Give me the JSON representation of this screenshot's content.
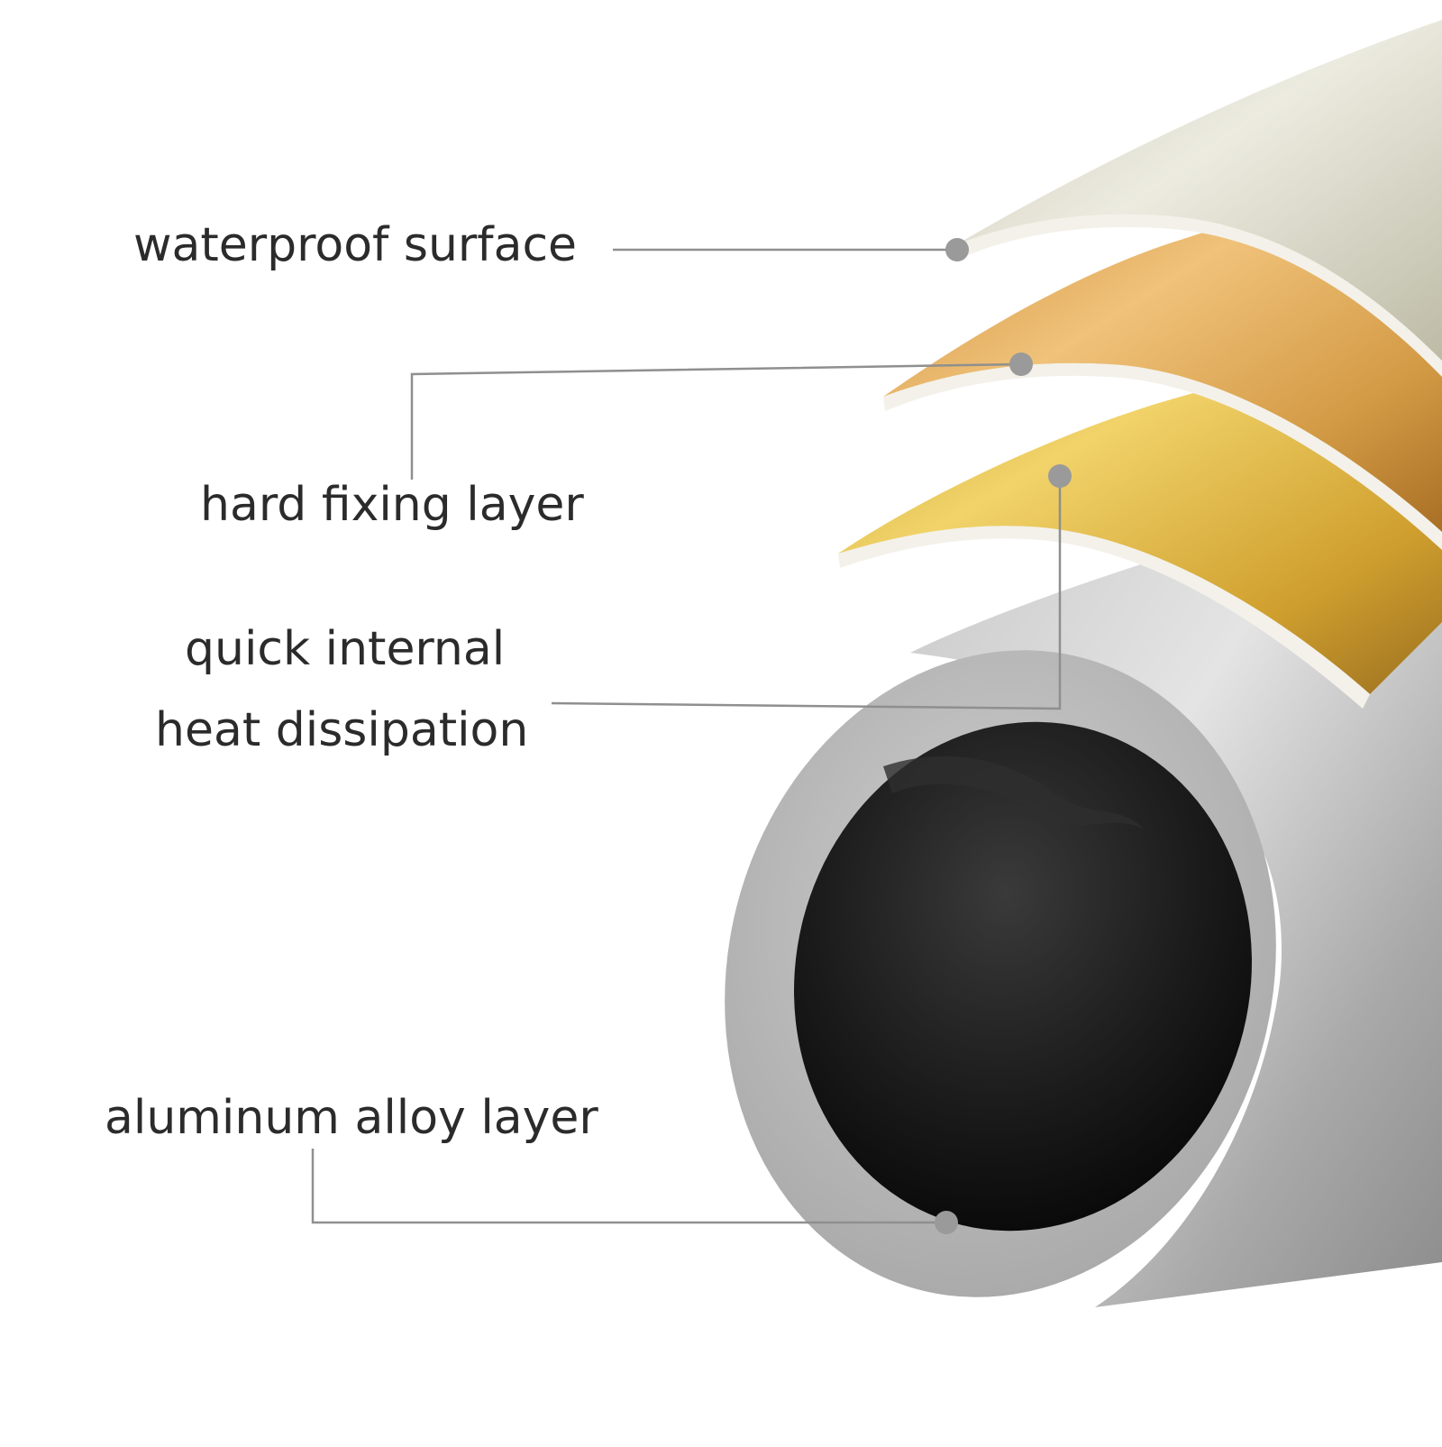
{
  "labels": {
    "waterproof_surface": "waterproof surface",
    "hard_fixing_layer": "hard fixing layer",
    "quick_internal_line1": "quick internal",
    "quick_internal_line2": "heat dissipation",
    "aluminum_alloy_layer": "aluminum alloy layer"
  },
  "colors": {
    "leader_line": "#8f8f8f",
    "marker_dot": "#9a9a9a",
    "waterproof_layer": "#d9d7c8",
    "hard_fixing_layer": "#d9a450",
    "heat_layer": "#d8b43a",
    "aluminum": "#b9b9b9",
    "tube_inner": "#151515"
  }
}
